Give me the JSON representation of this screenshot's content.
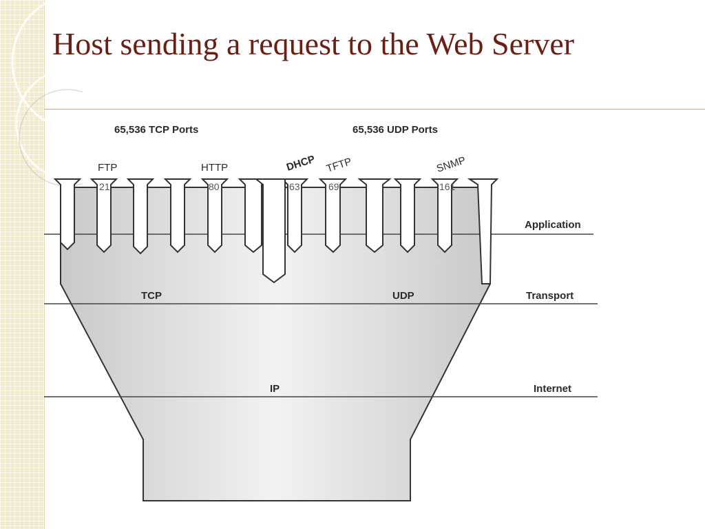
{
  "slide": {
    "title": "Host sending a request to the Web Server"
  },
  "diagram": {
    "tcp_ports_label": "65,536 TCP Ports",
    "udp_ports_label": "65,536 UDP Ports",
    "services": [
      {
        "name": "FTP",
        "port": "21"
      },
      {
        "name": "HTTP",
        "port": "80"
      },
      {
        "name": "DHCP",
        "port": "63"
      },
      {
        "name": "TFTP",
        "port": "69"
      },
      {
        "name": "SNMP",
        "port": "161"
      }
    ],
    "protocols": {
      "tcp": "TCP",
      "udp": "UDP",
      "ip": "IP"
    },
    "layers": [
      "Application",
      "Transport",
      "Internet"
    ]
  },
  "colors": {
    "title": "#6b1f14",
    "funnel_fill": "#d9dadc",
    "line": "#333333"
  }
}
